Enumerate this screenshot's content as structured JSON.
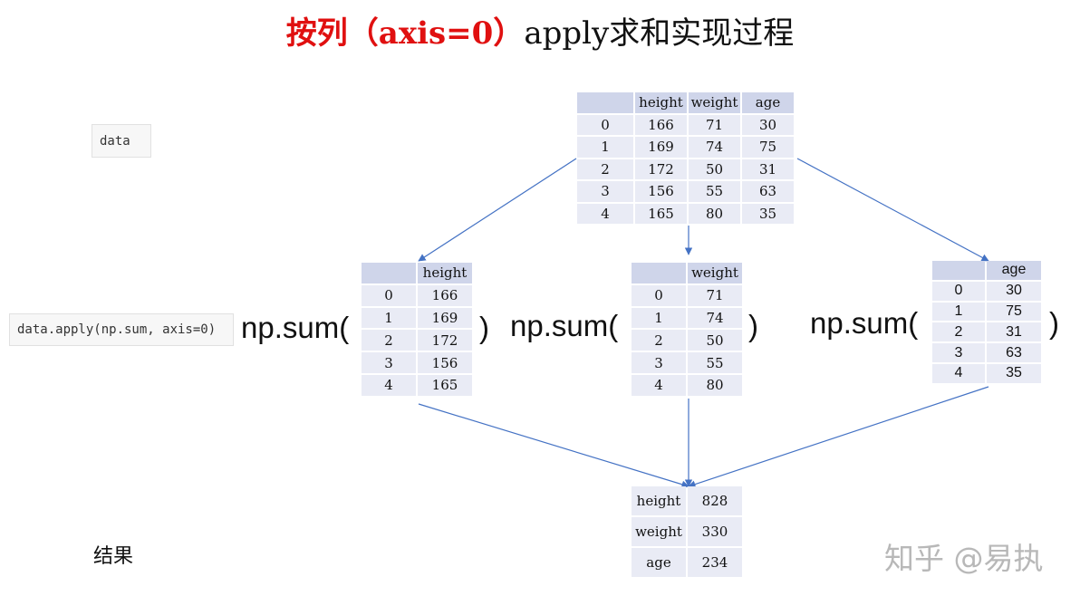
{
  "title": {
    "red": "按列（axis=0）",
    "black": "apply求和实现过程"
  },
  "code": {
    "data_cell": "data",
    "apply_cell": "data.apply(np.sum, axis=0)"
  },
  "main_table": {
    "headers": [
      "",
      "height",
      "weight",
      "age"
    ],
    "rows": [
      [
        "0",
        "166",
        "71",
        "30"
      ],
      [
        "1",
        "169",
        "74",
        "75"
      ],
      [
        "2",
        "172",
        "50",
        "31"
      ],
      [
        "3",
        "156",
        "55",
        "63"
      ],
      [
        "4",
        "165",
        "80",
        "35"
      ]
    ]
  },
  "column_tables": [
    {
      "header": "height",
      "index": [
        "0",
        "1",
        "2",
        "3",
        "4"
      ],
      "values": [
        "166",
        "169",
        "172",
        "156",
        "165"
      ]
    },
    {
      "header": "weight",
      "index": [
        "0",
        "1",
        "2",
        "3",
        "4"
      ],
      "values": [
        "71",
        "74",
        "50",
        "55",
        "80"
      ]
    },
    {
      "header": "age",
      "index": [
        "0",
        "1",
        "2",
        "3",
        "4"
      ],
      "values": [
        "30",
        "75",
        "31",
        "63",
        "35"
      ]
    }
  ],
  "function_label": "np.sum(",
  "close_paren": ")",
  "result_label": "结果",
  "result_table": [
    {
      "name": "height",
      "value": "828"
    },
    {
      "name": "weight",
      "value": "330"
    },
    {
      "name": "age",
      "value": "234"
    }
  ],
  "watermark": "知乎 @易执",
  "colors": {
    "title_red": "#e01010",
    "arrow": "#4472c4",
    "cell": "#e9ebf5",
    "header_cell": "#cfd5ea"
  }
}
